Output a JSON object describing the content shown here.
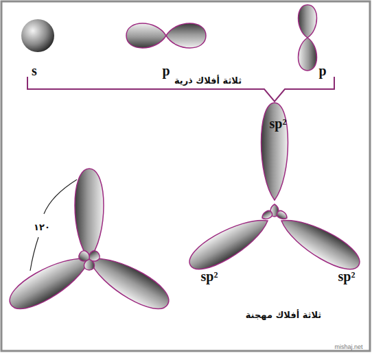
{
  "diagram": {
    "labels": [
      "s",
      "p",
      "p",
      "ثلاثة أفلاك ذرية",
      "sp²",
      "sp²",
      "sp²",
      "ثلاثة أفلاك مهجنة",
      "١٢٠",
      "mishaj.net"
    ]
  }
}
